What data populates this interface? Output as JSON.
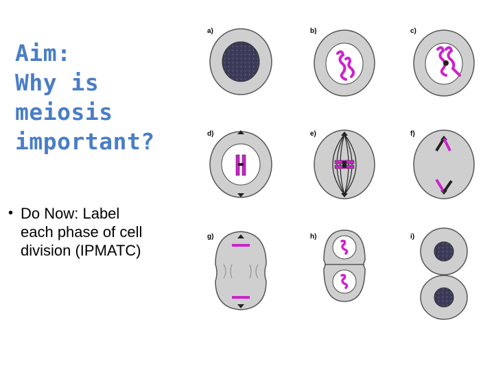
{
  "slide": {
    "title_lines": [
      "Aim:",
      "Why is",
      "meiosis",
      "important?"
    ],
    "bullet_lines": [
      "Do Now: Label",
      "each phase of cell",
      "division (IPMATC)"
    ]
  },
  "diagram": {
    "panel_labels": [
      "a)",
      "b)",
      "c)",
      "d)",
      "e)",
      "f)",
      "g)",
      "h)",
      "i)"
    ],
    "colors": {
      "cell_fill": "#cfcfcf",
      "cell_outline": "#555555",
      "nucleus_fill": "#ffffff",
      "chromosome": "#cc22cc",
      "dense_nucleus": "#3c3c5a",
      "spindle": "#222222"
    }
  }
}
